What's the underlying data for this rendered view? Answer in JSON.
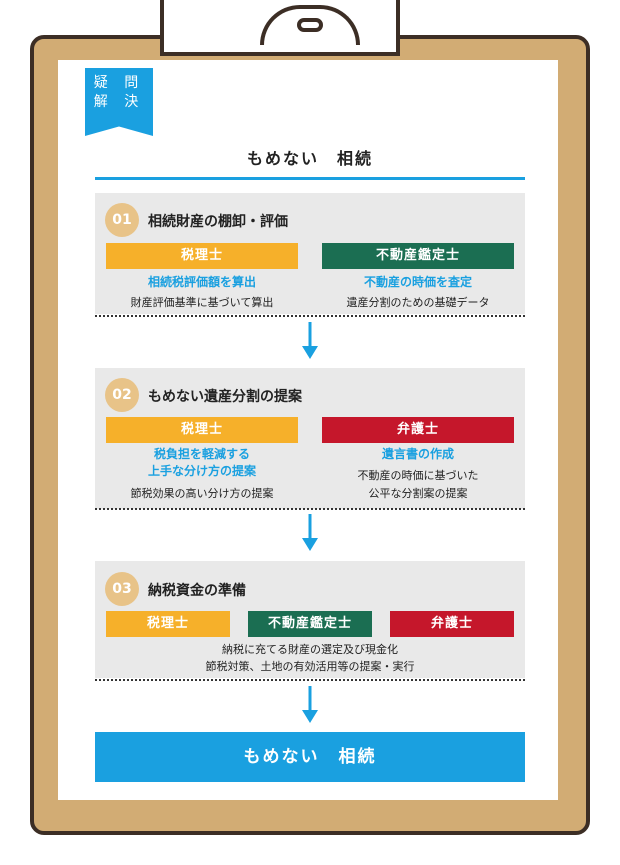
{
  "badge": {
    "line1": "疑 問",
    "line2": "解 決"
  },
  "title": "もめない　相続",
  "sections": [
    {
      "num": "01",
      "title": "相続財産の棚卸・評価",
      "left_bar": "税理士",
      "left_blue": "相続税評価額を算出",
      "left_text": "財産評価基準に基づいて算出",
      "right_bar": "不動産鑑定士",
      "right_blue": "不動産の時価を査定",
      "right_text": "遺産分割のための基礎データ"
    },
    {
      "num": "02",
      "title": "もめない遺産分割の提案",
      "left_bar": "税理士",
      "left_blue1": "税負担を軽減する",
      "left_blue2": "上手な分け方の提案",
      "left_text": "節税効果の高い分け方の提案",
      "right_bar": "弁護士",
      "right_blue": "遺言書の作成",
      "right_text1": "不動産の時価に基づいた",
      "right_text2": "公平な分割案の提案"
    },
    {
      "num": "03",
      "title": "納税資金の準備",
      "bar1": "税理士",
      "bar2": "不動産鑑定士",
      "bar3": "弁護士",
      "text1": "納税に充てる財産の選定及び現金化",
      "text2": "節税対策、土地の有効活用等の提案・実行"
    }
  ],
  "final": "もめない　相続",
  "colors": {
    "blue": "#1aa0e0",
    "yellow": "#f6b02a",
    "green": "#1b6e52",
    "red": "#c5172b",
    "board": "#d2ac74"
  }
}
